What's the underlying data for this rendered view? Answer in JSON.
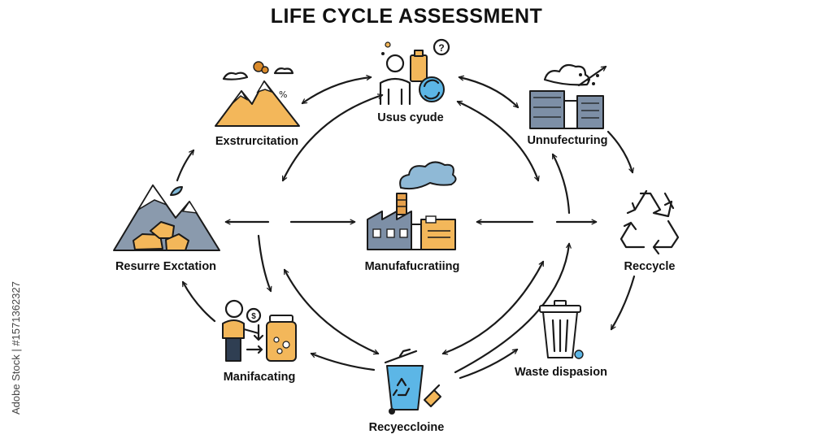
{
  "title": "LIFE CYCLE ASSESSMENT",
  "nodes": {
    "extraction": {
      "label": "Exstrurcitation",
      "icon": "mountains-icon"
    },
    "use": {
      "label": "Usus cyude",
      "icon": "person-cycle-icon"
    },
    "manufacturing_top": {
      "label": "Unnufecturing",
      "icon": "factory-smoke-icon"
    },
    "resource": {
      "label": "Resurre Exctation",
      "icon": "mountain-rocks-icon"
    },
    "center": {
      "label": "Manufafucratiing",
      "icon": "factory-icon"
    },
    "recycle": {
      "label": "Reccycle",
      "icon": "recycle-symbol-icon"
    },
    "manufacturing_bottom": {
      "label": "Manifacating",
      "icon": "person-jar-icon"
    },
    "recycling_bin": {
      "label": "Recyeccloine",
      "icon": "recycling-bin-icon"
    },
    "waste": {
      "label": "Waste dispasion",
      "icon": "trash-can-icon"
    }
  },
  "watermark": {
    "side_text": "Adobe Stock | #1571362327"
  },
  "colors": {
    "accent_orange": "#F3B75A",
    "slate_blue": "#7D8FA6",
    "bin_blue": "#5CB6E6",
    "cloud_blue": "#8FB9D6",
    "ink": "#1a1a1a"
  }
}
